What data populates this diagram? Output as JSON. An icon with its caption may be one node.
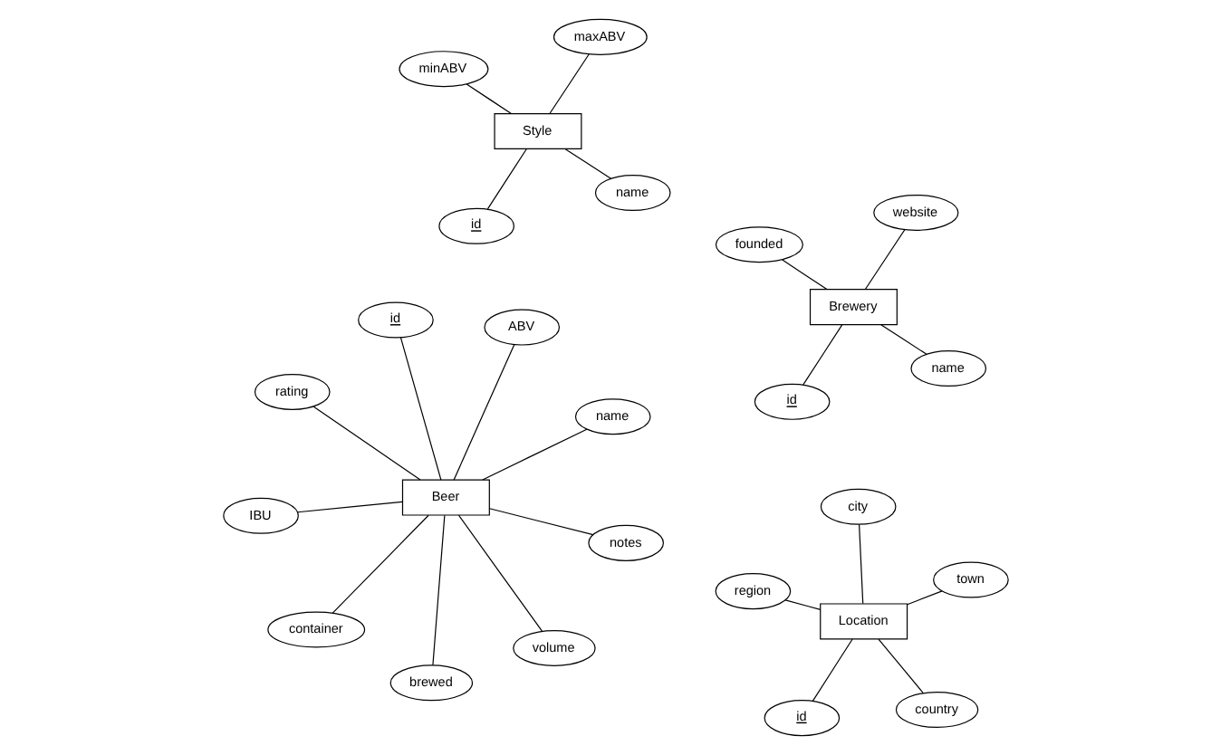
{
  "diagram": {
    "nodes": [
      {
        "text": [
          "Beer"
        ]
      },
      {
        "text": [
          "name"
        ]
      },
      {
        "text": [
          "brewed"
        ]
      },
      {
        "text": [
          "rating"
        ]
      },
      {
        "text": [
          "ABV"
        ]
      },
      {
        "text": [
          "id"
        ]
      },
      {
        "text": [
          "IBU"
        ]
      },
      {
        "text": [
          "notes"
        ]
      },
      {
        "text": [
          "container"
        ]
      },
      {
        "text": [
          "volume"
        ]
      },
      {
        "text": [
          "Brewery"
        ]
      },
      {
        "text": [
          "name"
        ]
      },
      {
        "text": [
          "id"
        ]
      },
      {
        "text": [
          "founded"
        ]
      },
      {
        "text": [
          "website"
        ]
      },
      {
        "text": [
          "Style"
        ]
      },
      {
        "text": [
          "name"
        ]
      },
      {
        "text": [
          "id"
        ]
      },
      {
        "text": [
          "minABV"
        ]
      },
      {
        "text": [
          "maxABV"
        ]
      },
      {
        "text": [
          "Location"
        ]
      },
      {
        "text": [
          "country"
        ]
      },
      {
        "text": [
          "id"
        ]
      },
      {
        "text": [
          "region"
        ]
      },
      {
        "text": [
          "town"
        ]
      },
      {
        "text": [
          "city"
        ]
      }
    ],
    "edges": [
      {
        "from": 0,
        "to": 1,
        "arrow": "none"
      },
      {
        "from": 0,
        "to": 2,
        "arrow": "none"
      },
      {
        "from": 0,
        "to": 3,
        "arrow": "none"
      },
      {
        "from": 0,
        "to": 4,
        "arrow": "none"
      },
      {
        "from": 0,
        "to": 5,
        "arrow": "none"
      },
      {
        "from": 0,
        "to": 6,
        "arrow": "none"
      },
      {
        "from": 0,
        "to": 7,
        "arrow": "none"
      },
      {
        "from": 0,
        "to": 8,
        "arrow": "none"
      },
      {
        "from": 0,
        "to": 9,
        "arrow": "none"
      },
      {
        "from": 10,
        "to": 11,
        "arrow": "none"
      },
      {
        "from": 10,
        "to": 12,
        "arrow": "none"
      },
      {
        "from": 10,
        "to": 13,
        "arrow": "none"
      },
      {
        "from": 10,
        "to": 14,
        "arrow": "none"
      },
      {
        "from": 15,
        "to": 16,
        "arrow": "none"
      },
      {
        "from": 15,
        "to": 17,
        "arrow": "none"
      },
      {
        "from": 15,
        "to": 18,
        "arrow": "none"
      },
      {
        "from": 15,
        "to": 19,
        "arrow": "none"
      },
      {
        "from": 20,
        "to": 21,
        "arrow": "none"
      },
      {
        "from": 20,
        "to": 22,
        "arrow": "none"
      },
      {
        "from": 20,
        "to": 23,
        "arrow": "none"
      },
      {
        "from": 20,
        "to": 24,
        "arrow": "none"
      },
      {
        "from": 20,
        "to": 25,
        "arrow": "none"
      }
    ]
  }
}
